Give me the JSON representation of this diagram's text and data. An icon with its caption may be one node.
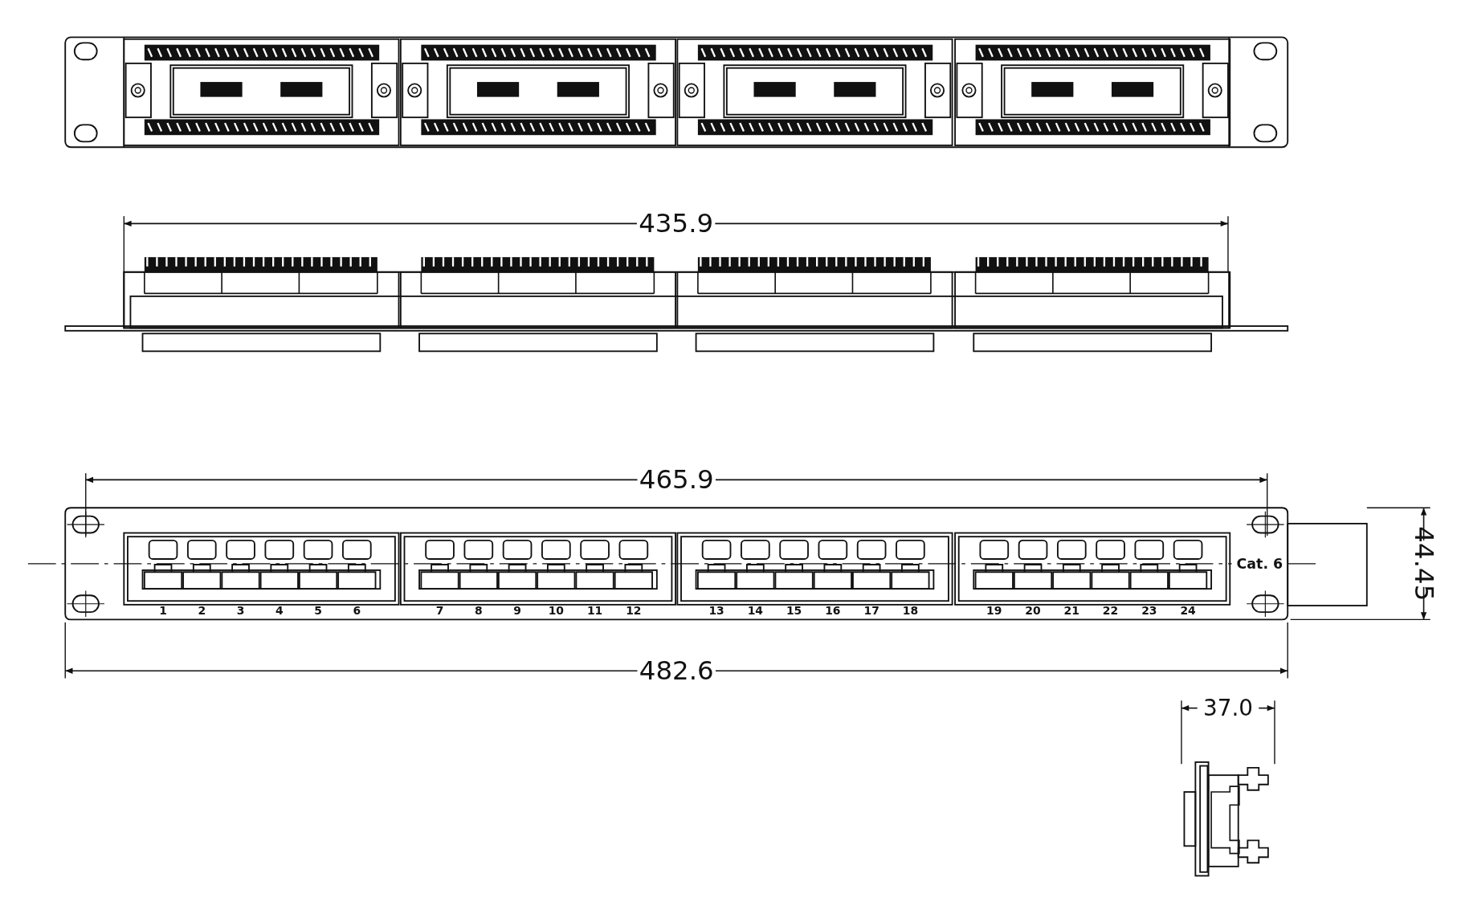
{
  "diagram": {
    "labels": [
      "435.9",
      "465.9",
      "1",
      "2",
      "3",
      "4",
      "5",
      "6",
      "7",
      "8",
      "9",
      "10",
      "11",
      "12",
      "13",
      "14",
      "15",
      "16",
      "17",
      "18",
      "19",
      "20",
      "21",
      "22",
      "23",
      "24",
      "Cat. 6",
      "44.45",
      "482.6",
      "37.0"
    ]
  }
}
